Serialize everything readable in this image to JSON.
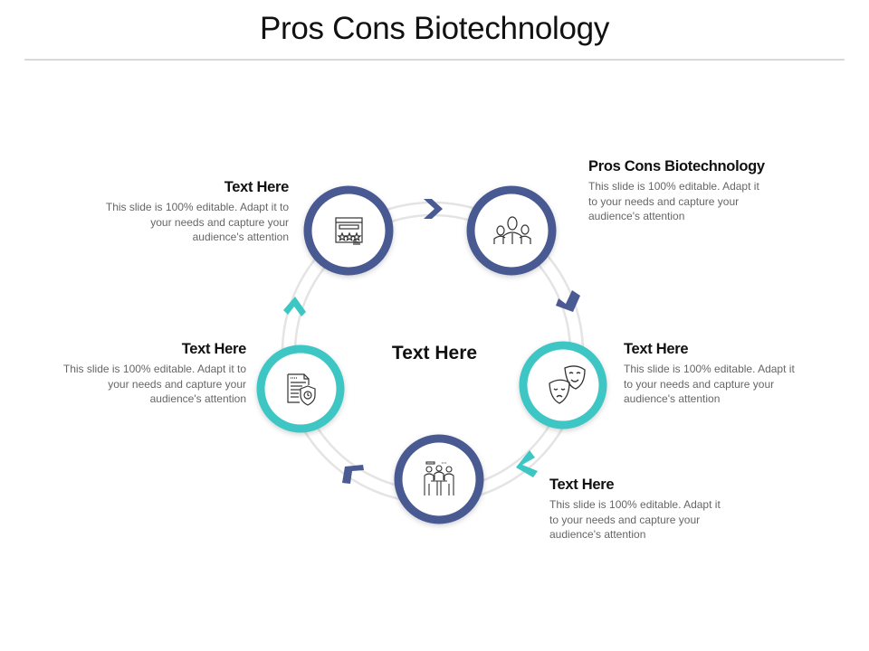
{
  "title": "Pros Cons Biotechnology",
  "center": {
    "label": "Text Here"
  },
  "colors": {
    "navy": "#4a5a93",
    "teal": "#3cc6c4",
    "ring": "#e2e2e2",
    "heading": "#111111",
    "body": "#666666"
  },
  "nodes": [
    {
      "id": "top-left",
      "icon": "rating-stars-icon",
      "ring_color": "navy",
      "heading": "Text Here",
      "body": "This slide is 100% editable. Adapt it to your needs and capture your audience's attention"
    },
    {
      "id": "top-right",
      "icon": "team-people-icon",
      "ring_color": "navy",
      "heading": "Pros Cons Biotechnology",
      "body": "This slide is 100% editable. Adapt it to your needs and capture your audience's attention"
    },
    {
      "id": "right",
      "icon": "theater-masks-icon",
      "ring_color": "teal",
      "heading": "Text Here",
      "body": "This slide is 100% editable. Adapt it to your needs and capture your audience's attention"
    },
    {
      "id": "bottom",
      "icon": "meeting-table-icon",
      "ring_color": "navy",
      "heading": "Text Here",
      "body": "This slide is 100% editable. Adapt it to your needs and capture your audience's attention"
    },
    {
      "id": "left",
      "icon": "document-shield-icon",
      "ring_color": "teal",
      "heading": "Text Here",
      "body": "This slide is 100% editable. Adapt it to your needs and capture your audience's attention"
    }
  ]
}
